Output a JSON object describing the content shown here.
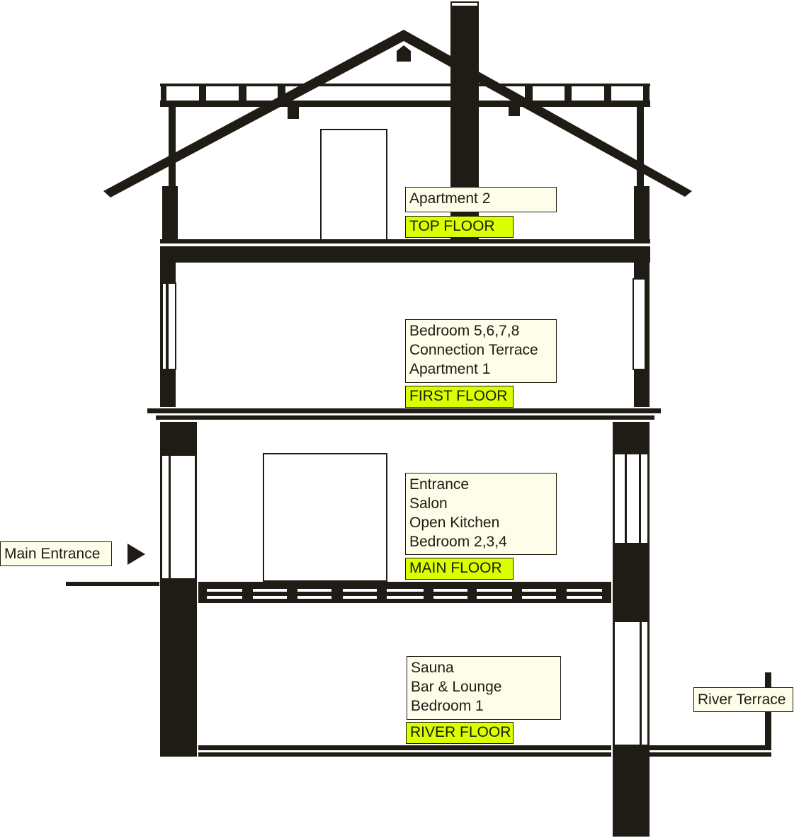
{
  "colors": {
    "ink": "#1e1c14",
    "label_bg": "#fdfde9",
    "floor_tag_bg": "#d9ff00"
  },
  "floors": [
    {
      "rooms": [
        "Apartment 2"
      ],
      "tag": "TOP FLOOR"
    },
    {
      "rooms": [
        "Bedroom 5,6,7,8",
        "Connection Terrace",
        "Apartment 1"
      ],
      "tag": "FIRST FLOOR"
    },
    {
      "rooms": [
        "Entrance",
        "Salon",
        "Open Kitchen",
        "Bedroom 2,3,4"
      ],
      "tag": "MAIN FLOOR"
    },
    {
      "rooms": [
        "Sauna",
        "Bar & Lounge",
        "Bedroom 1"
      ],
      "tag": "RIVER FLOOR"
    }
  ],
  "callouts": {
    "main_entrance": "Main Entrance",
    "river_terrace": "River Terrace"
  },
  "icons": {
    "entrance_marker": "arrow-right-icon"
  }
}
